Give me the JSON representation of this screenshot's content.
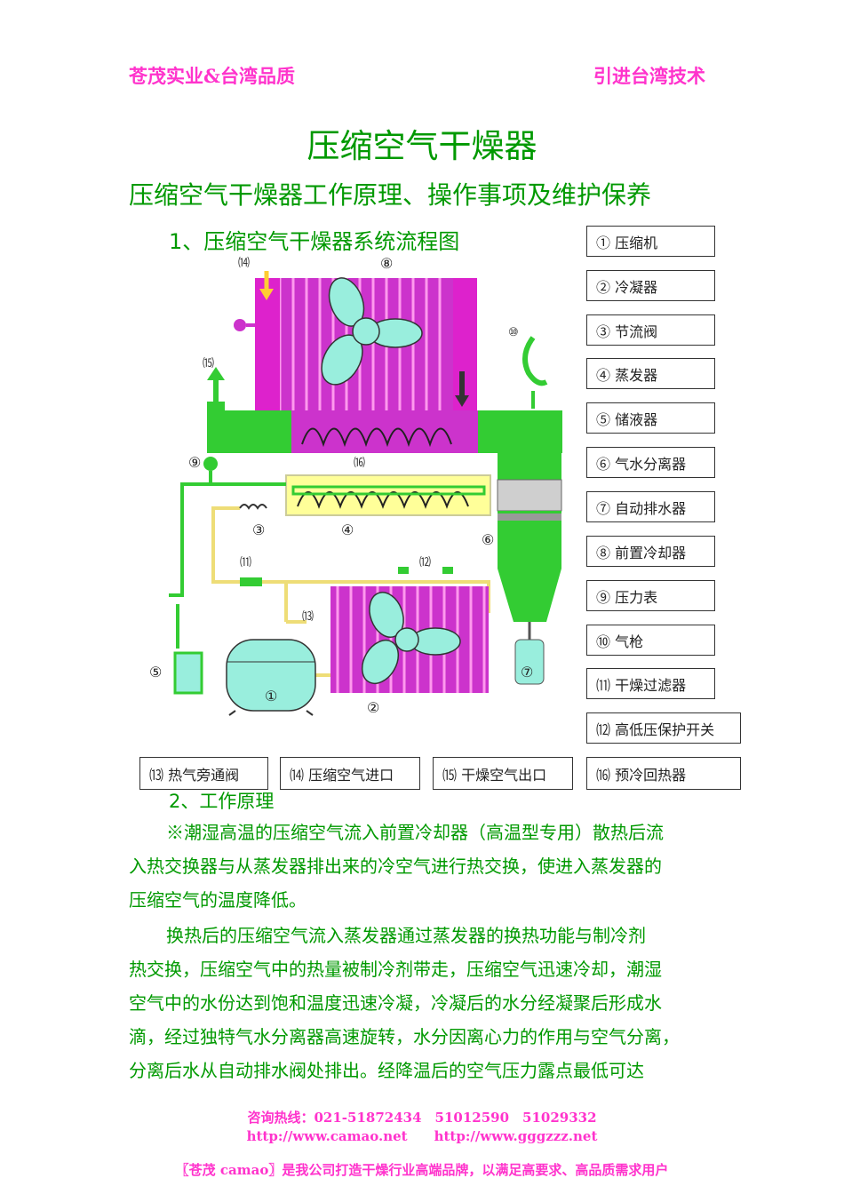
{
  "header": {
    "left": "苍茂实业&台湾品质",
    "right": "引进台湾技术"
  },
  "title": "压缩空气干燥器",
  "subtitle": "压缩空气干燥器工作原理、操作事项及维护保养",
  "section1": "1、压缩空气干燥器系统流程图",
  "legend_right": [
    "① 压缩机",
    "② 冷凝器",
    "③ 节流阀",
    "④ 蒸发器",
    "⑤ 储液器",
    "⑥ 气水分离器",
    "⑦ 自动排水器",
    "⑧ 前置冷却器",
    "⑨ 压力表",
    "⑩ 气枪",
    "⑾ 干燥过滤器",
    "⑿ 高低压保护开关"
  ],
  "legend_bottom": [
    "⒀ 热气旁通阀",
    "⒁ 压缩空气进口",
    "⒂ 干燥空气出口",
    "⒃ 预冷回热器"
  ],
  "diagram_labels": {
    "n1": "①",
    "n2": "②",
    "n3": "③",
    "n4": "④",
    "n5": "⑤",
    "n6": "⑥",
    "n7": "⑦",
    "n8": "⑧",
    "n9": "⑨",
    "n10": "⑩",
    "n11": "⑾",
    "n12": "⑿",
    "n13": "⒀",
    "n14": "⒁",
    "n15": "⒂",
    "n16": "⒃"
  },
  "section2": "2、工作原理",
  "paragraph1": [
    "※潮湿高温的压缩空气流入前置冷却器（高温型专用）散热后流",
    "入热交换器与从蒸发器排出来的冷空气进行热交换，使进入蒸发器的",
    "压缩空气的温度降低。"
  ],
  "paragraph2": [
    "换热后的压缩空气流入蒸发器通过蒸发器的换热功能与制冷剂",
    "热交换，压缩空气中的热量被制冷剂带走，压缩空气迅速冷却，潮湿",
    "空气中的水份达到饱和温度迅速冷凝，冷凝后的水分经凝聚后形成水",
    "滴，经过独特气水分离器高速旋转，水分因离心力的作用与空气分离，",
    "分离后水从自动排水阀处排出。经降温后的空气压力露点最低可达"
  ],
  "footer": {
    "hotline": "咨询热线：021-51872434　51012590　51029332",
    "urls": "http://www.camao.net　　http://www.gggzzz.net",
    "slogan": "〖苍茂 camao〗是我公司打造干燥行业高端品牌，以满足高要求、高品质需求用户"
  },
  "colors": {
    "green": "#009900",
    "pink": "#ff33cc",
    "magenta": "#cc33cc",
    "cyan": "#99eedd",
    "yellow": "#ffff99",
    "bright_green": "#33cc33"
  }
}
